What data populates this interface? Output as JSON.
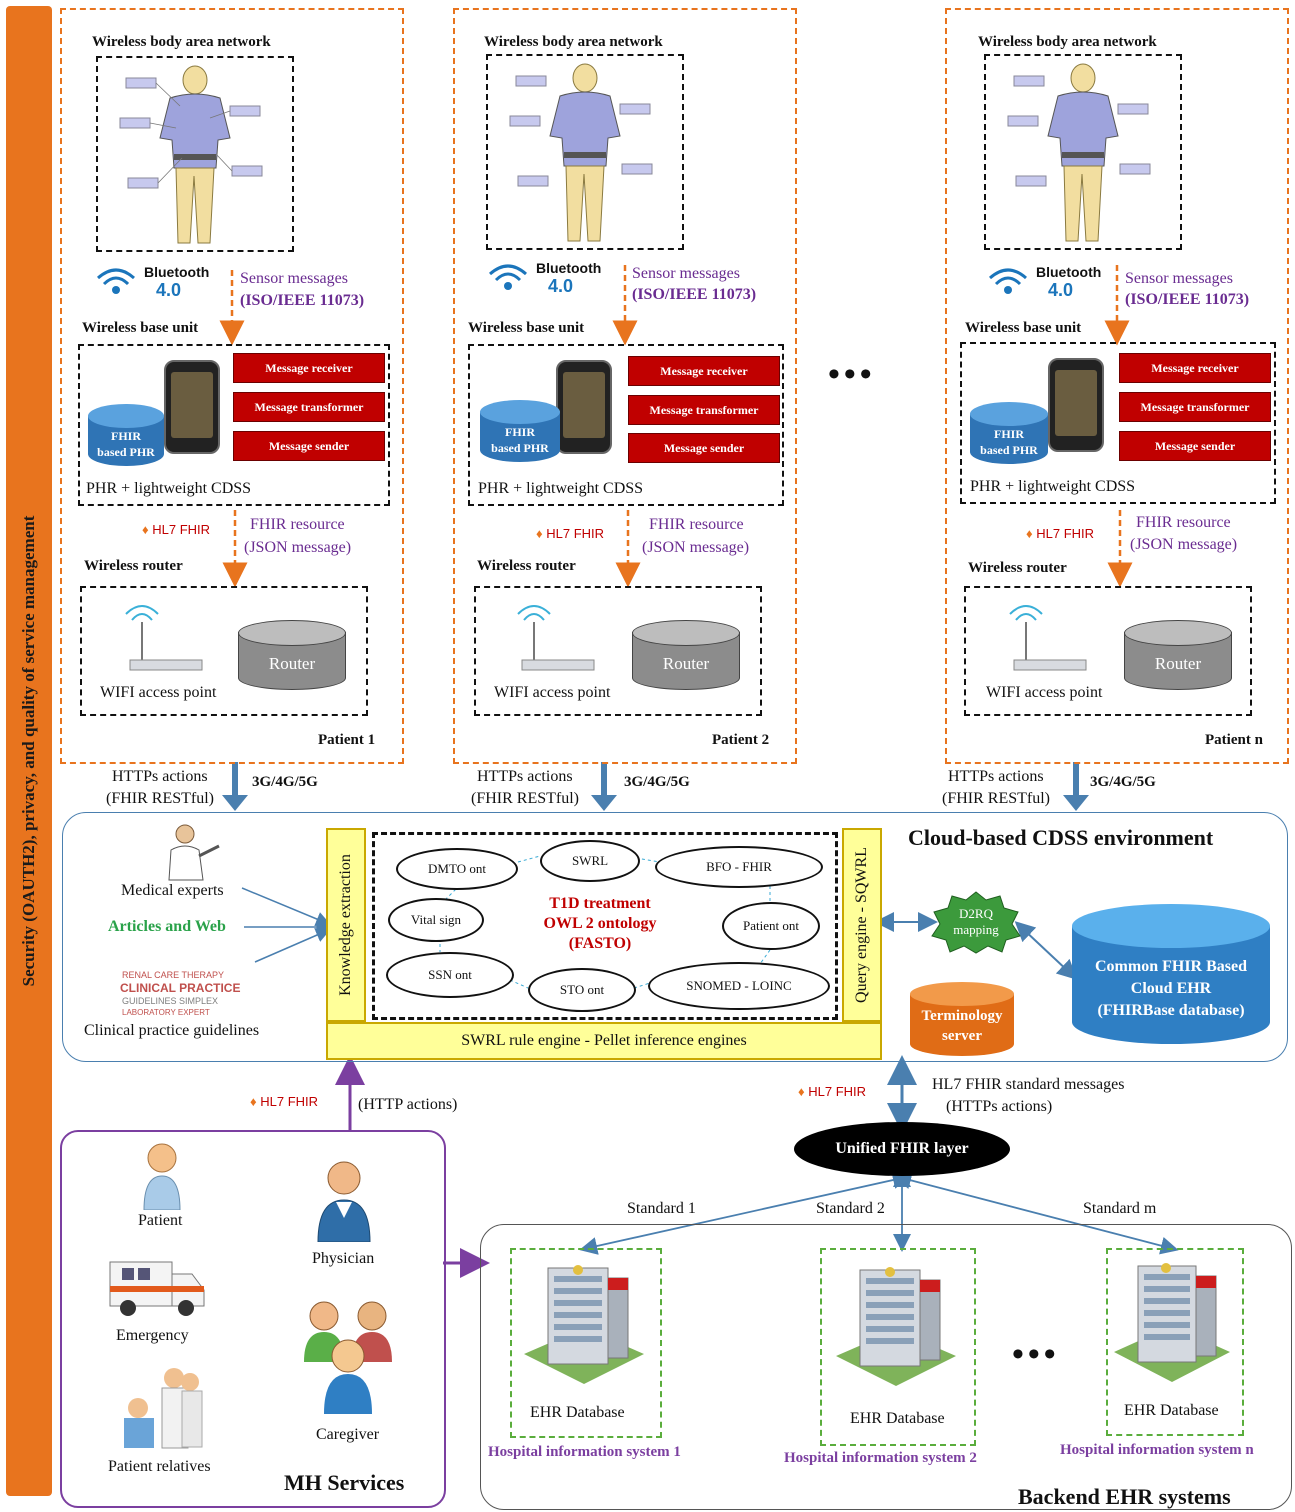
{
  "sidebar": {
    "text": "Security (OAUTH2), privacy, and quality of service management"
  },
  "patients": [
    {
      "title": "Patient 1"
    },
    {
      "title": "Patient 2"
    },
    {
      "title": "Patient n"
    }
  ],
  "patient_common": {
    "wban_label": "Wireless body area network",
    "bluetooth_label": "Bluetooth",
    "bluetooth_version": "4.0",
    "sensor_messages": "Sensor messages",
    "sensor_standard": "(ISO/IEEE 11073)",
    "base_unit_label": "Wireless base unit",
    "msg_receiver": "Message receiver",
    "msg_transformer": "Message transformer",
    "msg_sender": "Message sender",
    "fhir_phr_1": "FHIR",
    "fhir_phr_2": "based PHR",
    "phr_cdss": "PHR + lightweight CDSS",
    "hl7_logo": "HL7 FHIR",
    "fhir_resource": "FHIR resource",
    "json_message": "(JSON message)",
    "router_label": "Wireless router",
    "router": "Router",
    "wifi": "WIFI access point",
    "https_actions": "HTTPs actions",
    "fhir_restful": "(FHIR RESTful)",
    "network": "3G/4G/5G"
  },
  "ellipsis": "•••",
  "cloud": {
    "title": "Cloud-based CDSS environment",
    "medical_experts": "Medical experts",
    "articles_web": "Articles and Web",
    "guidelines": "Clinical practice guidelines",
    "knowledge_extraction": "Knowledge extraction",
    "query_engine": "Query engine - SQWRL",
    "rule_engine": "SWRL rule engine - Pellet inference engines",
    "ontology_title_1": "T1D treatment",
    "ontology_title_2": "OWL 2 ontology",
    "ontology_title_3": "(FASTO)",
    "ontologies": [
      "DMTO ont",
      "SWRL",
      "BFO - FHIR",
      "Vital sign",
      "Patient ont",
      "SSN ont",
      "STO ont",
      "SNOMED - LOINC"
    ],
    "d2rq_1": "D2RQ",
    "d2rq_2": "mapping",
    "terminology_1": "Terminology",
    "terminology_2": "server",
    "ehr_db_1": "Common FHIR Based",
    "ehr_db_2": "Cloud EHR",
    "ehr_db_3": "(FHIRBase database)"
  },
  "mh_link": {
    "hl7": "HL7 FHIR",
    "http_actions": "(HTTP actions)"
  },
  "fhir_layer": {
    "hl7": "HL7 FHIR",
    "std_messages": "HL7 FHIR standard messages",
    "https_actions": "(HTTPs actions)",
    "unified": "Unified FHIR layer",
    "standards": [
      "Standard 1",
      "Standard 2",
      "Standard m"
    ]
  },
  "mh_services": {
    "title": "MH Services",
    "actors": [
      "Patient",
      "Physician",
      "Emergency",
      "Caregiver",
      "Patient relatives"
    ]
  },
  "backend": {
    "title": "Backend EHR systems",
    "ehr_db": "EHR Database",
    "hospitals": [
      "Hospital information system 1",
      "Hospital information system 2",
      "Hospital information system n"
    ]
  },
  "colors": {
    "orange": "#e8741e",
    "dark_red": "#c00000",
    "purple": "#7b3fa0",
    "blue_arrow": "#4a7faf",
    "green": "#2aa24a"
  }
}
